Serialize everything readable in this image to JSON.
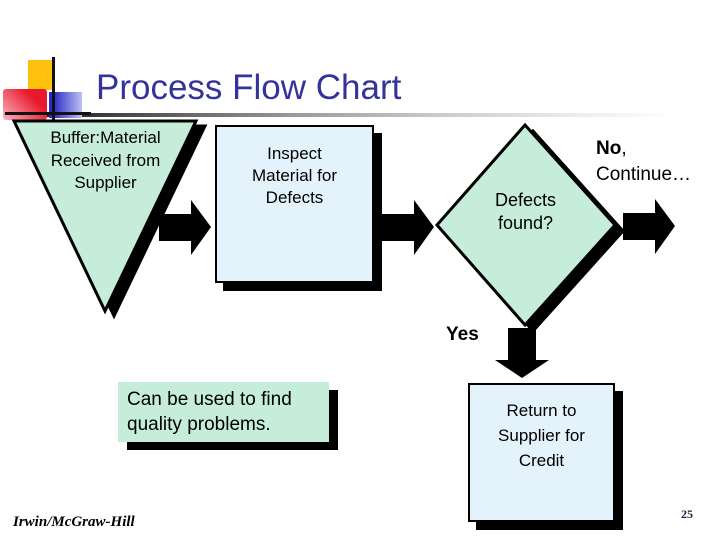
{
  "colors": {
    "title": "#333399",
    "mint": "#c6edda",
    "lightblue": "#e4f2fb",
    "shadow": "#000000",
    "logo-yellow": "#fdc10e",
    "logo-red": "#e8192c",
    "logo-blue": "#2a2ac8"
  },
  "slide": {
    "title": "Process Flow Chart",
    "footer": "Irwin/McGraw-Hill",
    "page_number": "25"
  },
  "flowchart": {
    "buffer": {
      "lines": [
        "Buffer:Material",
        "Received from",
        "Supplier"
      ]
    },
    "inspect": {
      "lines": [
        "Inspect",
        "Material for",
        "Defects"
      ]
    },
    "decision": {
      "lines": [
        "Defects",
        "found?"
      ]
    },
    "no_branch": {
      "bold": "No",
      "rest": ",",
      "line2": "Continue…"
    },
    "yes_label": "Yes",
    "return": {
      "lines": [
        "Return to",
        "Supplier for",
        "Credit"
      ]
    },
    "note": {
      "lines": [
        "Can be used to find",
        "quality problems."
      ]
    }
  }
}
